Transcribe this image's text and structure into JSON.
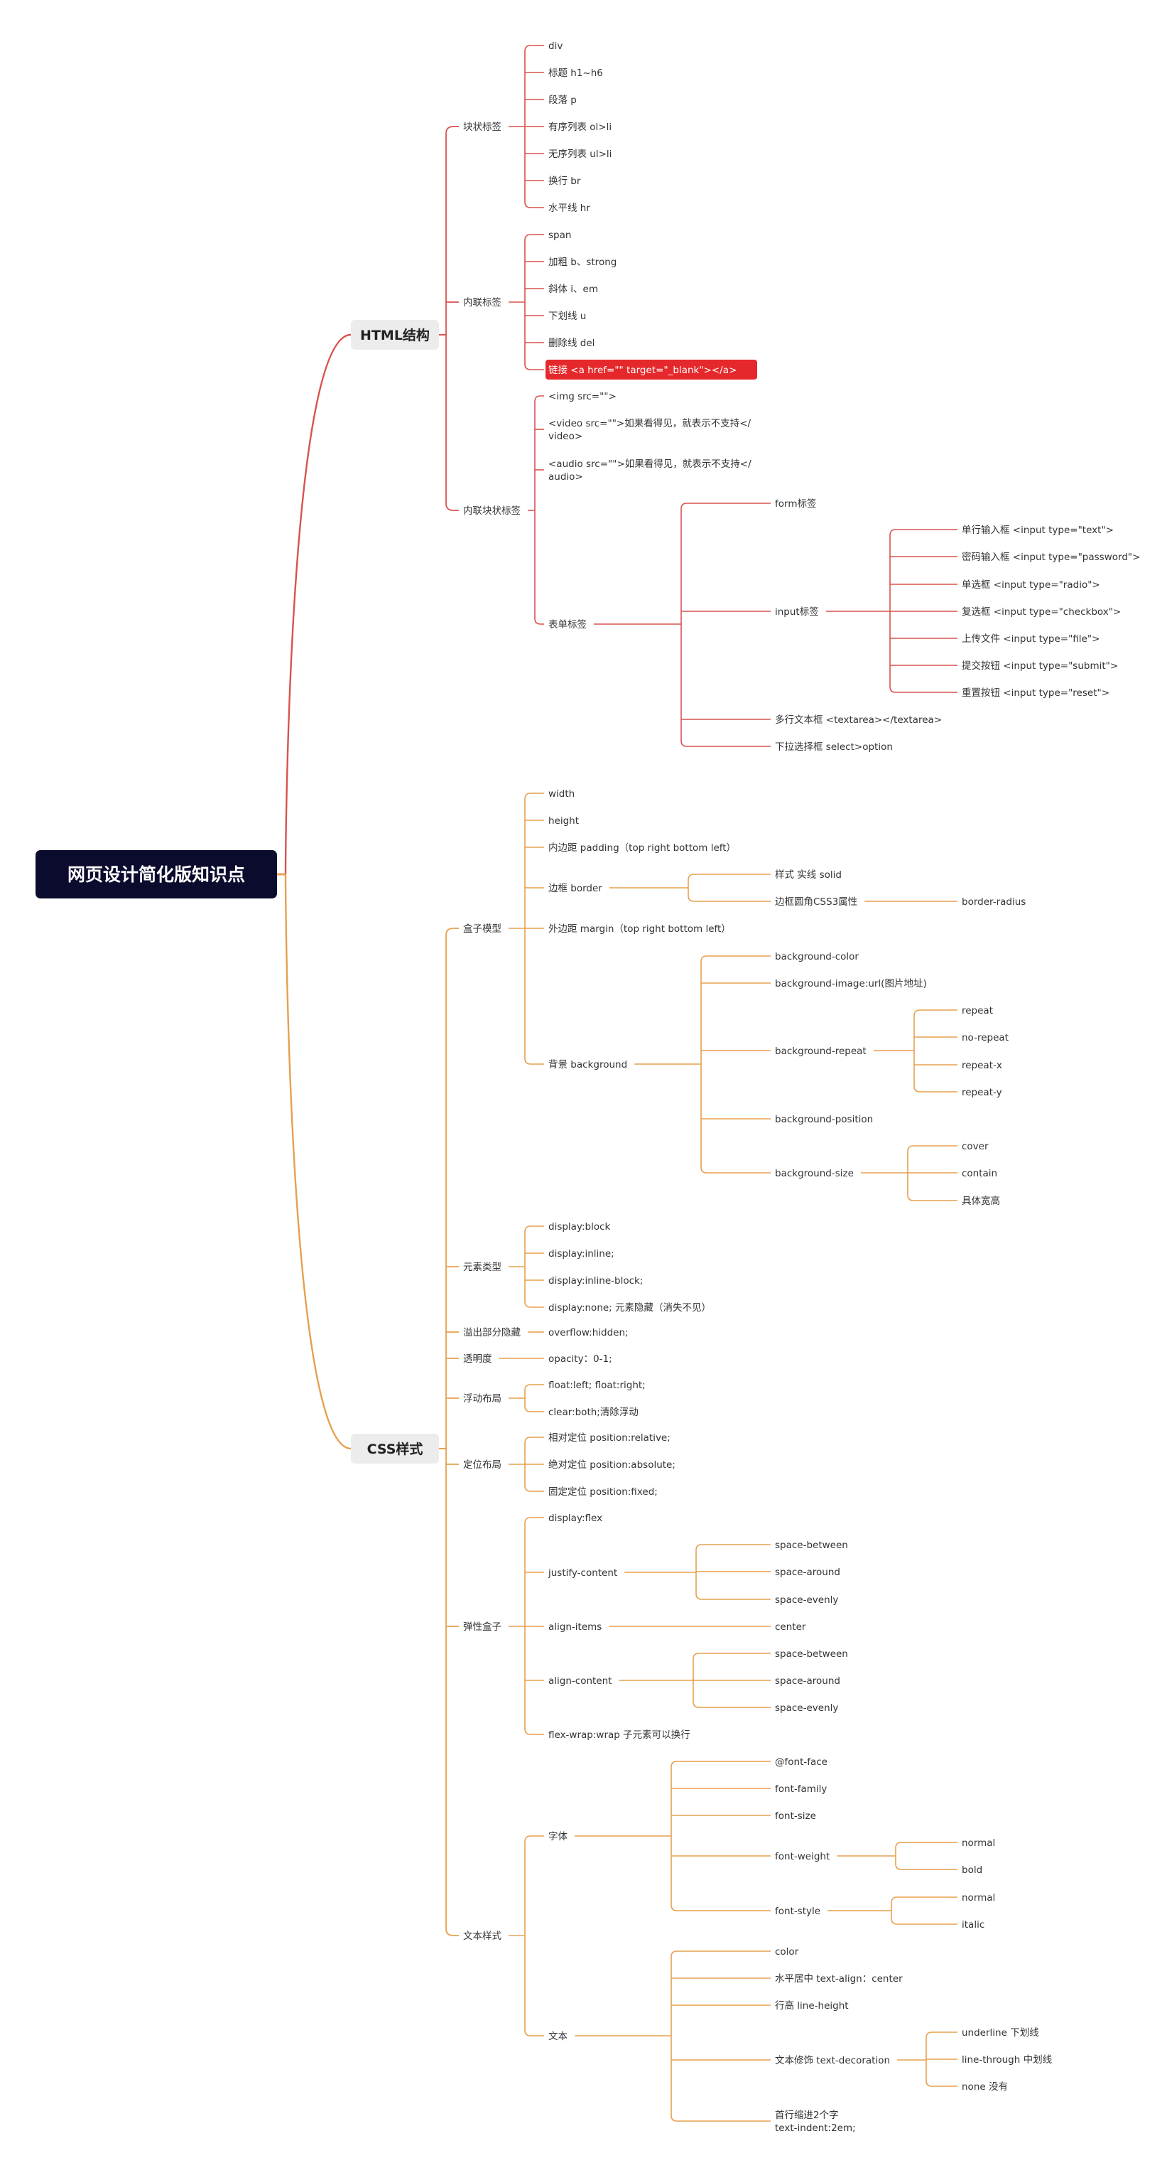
{
  "colors": {
    "background": "#ffffff",
    "root_bg": "#0b0b2e",
    "html_branch": "#d9534f",
    "css_branch": "#e6a04f",
    "l1_bg": "#ececec",
    "highlight": "#e5282b",
    "text": "#333333"
  },
  "root": {
    "label": "网页设计简化版知识点"
  },
  "html": {
    "label": "HTML结构",
    "block": {
      "label": "块状标签",
      "items": [
        "div",
        "标题 h1~h6",
        "段落 p",
        "有序列表 ol>li",
        "无序列表 ul>li",
        "换行 br",
        "水平线 hr"
      ]
    },
    "inline": {
      "label": "内联标签",
      "items": [
        "span",
        "加粗 b、strong",
        "斜体 i、em",
        "下划线 u",
        "删除线 del",
        "链接 <a href=\"\" target=\"_blank\"></a>"
      ]
    },
    "inline_block": {
      "label": "内联块状标签",
      "img": "<img src=\"\">",
      "video": [
        "<video src=\"\">如果看得见，就表示不支持</",
        "video>"
      ],
      "audio": [
        "<audio src=\"\">如果看得见，就表示不支持</",
        "audio>"
      ],
      "form": {
        "label": "表单标签",
        "form_tag": "form标签",
        "input": {
          "label": "input标签",
          "items": [
            "单行输入框 <input type=\"text\">",
            "密码输入框 <input type=\"password\">",
            "单选框 <input type=\"radio\">",
            "复选框 <input type=\"checkbox\">",
            "上传文件 <input type=\"file\">",
            "提交按钮 <input type=\"submit\">",
            "重置按钮 <input type=\"reset\">"
          ]
        },
        "textarea": "多行文本框 <textarea></textarea>",
        "select": "下拉选择框 select>option"
      }
    }
  },
  "css": {
    "label": "CSS样式",
    "box": {
      "label": "盒子模型",
      "width": "width",
      "height": "height",
      "padding": "内边距 padding（top right bottom left）",
      "border": {
        "label": "边框 border",
        "style": "样式 实线 solid",
        "radius": {
          "label": "边框圆角CSS3属性",
          "value": "border-radius"
        }
      },
      "margin": "外边距 margin（top right bottom left）",
      "background": {
        "label": "背景 background",
        "color": "background-color",
        "image": "background-image:url(图片地址)",
        "repeat": {
          "label": "background-repeat",
          "items": [
            "repeat",
            "no-repeat",
            "repeat-x",
            "repeat-y"
          ]
        },
        "position": "background-position",
        "size": {
          "label": "background-size",
          "items": [
            "cover",
            "contain",
            "具体宽高"
          ]
        }
      }
    },
    "element": {
      "label": "元素类型",
      "items": [
        "display:block",
        "display:inline;",
        "display:inline-block;",
        "display:none; 元素隐藏（消失不见）"
      ]
    },
    "overflow": {
      "label": "溢出部分隐藏",
      "value": "overflow:hidden;"
    },
    "opacity": {
      "label": "透明度",
      "value": "opacity：0-1;"
    },
    "float": {
      "label": "浮动布局",
      "items": [
        "float:left; float:right;",
        "clear:both;清除浮动"
      ]
    },
    "position": {
      "label": "定位布局",
      "items": [
        "相对定位  position:relative;",
        "绝对定位 position:absolute;",
        "固定定位 position:fixed;"
      ]
    },
    "flex": {
      "label": "弹性盒子",
      "display": "display:flex",
      "justify": {
        "label": "justify-content",
        "items": [
          "space-between",
          "space-around",
          "space-evenly"
        ]
      },
      "align_items": {
        "label": "align-items",
        "value": "center"
      },
      "align_content": {
        "label": "align-content",
        "items": [
          "space-between",
          "space-around",
          "space-evenly"
        ]
      },
      "wrap": "flex-wrap:wrap 子元素可以换行"
    },
    "text": {
      "label": "文本样式",
      "font": {
        "label": "字体",
        "face": "@font-face",
        "family": "font-family",
        "size": "font-size",
        "weight": {
          "label": "font-weight",
          "items": [
            "normal",
            "bold"
          ]
        },
        "style": {
          "label": "font-style",
          "items": [
            "normal",
            "italic"
          ]
        }
      },
      "text": {
        "label": "文本",
        "color": "color",
        "align": "水平居中 text-align：center",
        "line_height": "行高 line-height",
        "decoration": {
          "label": "文本修饰 text-decoration",
          "items": [
            "underline 下划线",
            "line-through 中划线",
            "none 没有"
          ]
        },
        "indent": [
          "首行缩进2个字",
          " text-indent:2em;"
        ]
      }
    }
  }
}
